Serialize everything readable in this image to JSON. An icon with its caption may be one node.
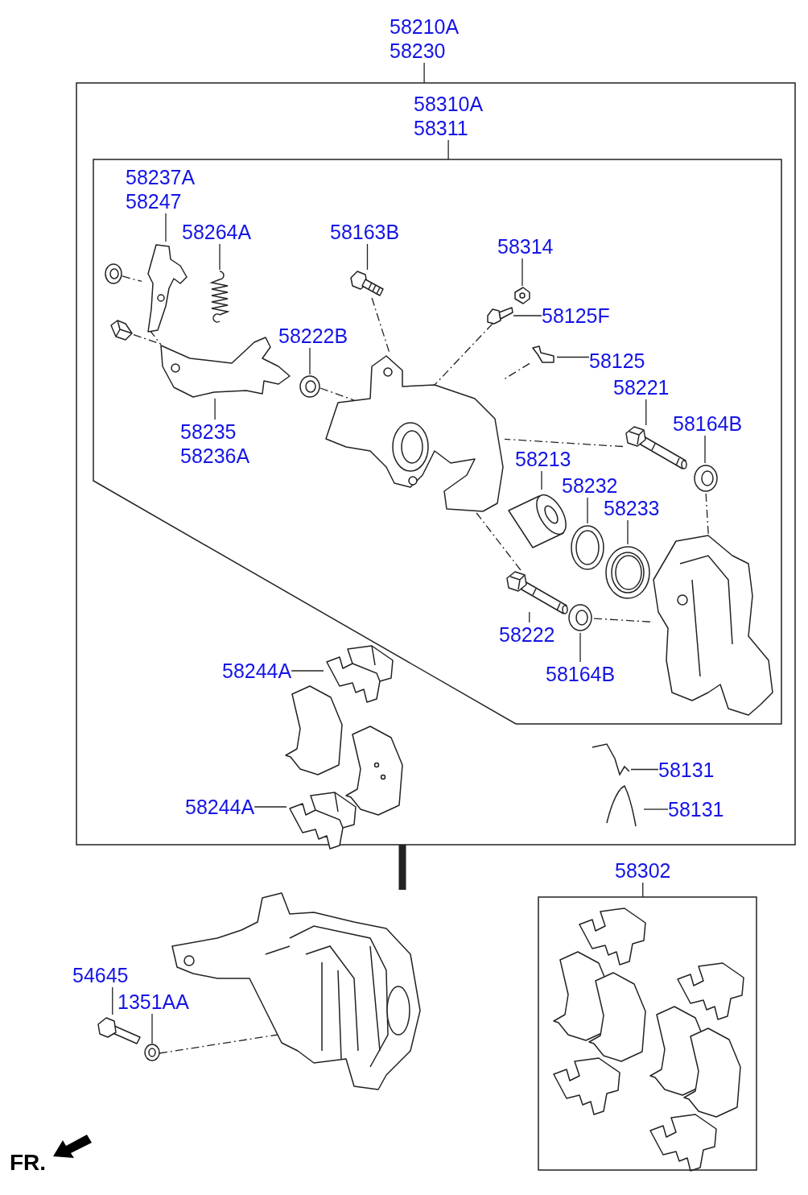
{
  "diagram": {
    "nodes": [
      {
        "text": [
          "58210A",
          "58230"
        ]
      },
      {
        "text": [],
        "shape": "box"
      },
      {
        "text": [
          "58310A",
          "58311"
        ],
        "in": 1
      },
      {
        "text": [],
        "shape": "box",
        "in": 1
      },
      {
        "text": [
          "58237A",
          "58247"
        ],
        "in": 3
      },
      {
        "text": [],
        "shape": "picture",
        "in": 3
      },
      {
        "text": [
          "58264A"
        ],
        "in": 3
      },
      {
        "text": [],
        "shape": "picture",
        "in": 3
      },
      {
        "text": [
          "58163B"
        ],
        "in": 3
      },
      {
        "text": [],
        "shape": "picture",
        "in": 3
      },
      {
        "text": [
          "58314"
        ],
        "in": 3
      },
      {
        "text": [],
        "shape": "picture",
        "in": 3
      },
      {
        "text": [
          "58125F"
        ],
        "in": 3
      },
      {
        "text": [],
        "shape": "picture",
        "in": 3
      },
      {
        "text": [
          "58125"
        ],
        "in": 3
      },
      {
        "text": [],
        "shape": "picture",
        "in": 3
      },
      {
        "text": [
          "58222B"
        ],
        "in": 3
      },
      {
        "text": [],
        "shape": "picture",
        "in": 3
      },
      {
        "text": [
          "58221"
        ],
        "in": 3
      },
      {
        "text": [],
        "shape": "picture",
        "in": 3
      },
      {
        "text": [
          "58164B"
        ],
        "in": 3
      },
      {
        "text": [],
        "shape": "picture",
        "in": 3
      },
      {
        "text": [
          "58235",
          "58236A"
        ],
        "in": 3
      },
      {
        "text": [],
        "shape": "picture",
        "in": 3
      },
      {
        "text": [
          "58213"
        ],
        "in": 3
      },
      {
        "text": [],
        "shape": "picture",
        "in": 3
      },
      {
        "text": [
          "58232"
        ],
        "in": 3
      },
      {
        "text": [],
        "shape": "picture",
        "in": 3
      },
      {
        "text": [
          "58233"
        ],
        "in": 3
      },
      {
        "text": [],
        "shape": "picture",
        "in": 3
      },
      {
        "text": [
          "58222"
        ],
        "in": 3
      },
      {
        "text": [],
        "shape": "picture",
        "in": 3
      },
      {
        "text": [
          "58164B"
        ],
        "in": 3
      },
      {
        "text": [],
        "shape": "picture",
        "in": 3
      },
      {
        "text": [
          "58244A"
        ],
        "in": 1
      },
      {
        "text": [],
        "shape": "picture",
        "in": 1
      },
      {
        "text": [
          "58244A"
        ],
        "in": 1
      },
      {
        "text": [],
        "shape": "picture",
        "in": 1
      },
      {
        "text": [
          "58131"
        ],
        "in": 1
      },
      {
        "text": [],
        "shape": "picture",
        "in": 1
      },
      {
        "text": [
          "58131"
        ],
        "in": 1
      },
      {
        "text": [],
        "shape": "picture",
        "in": 1
      },
      {
        "text": [],
        "shape": "picture"
      },
      {
        "text": [
          "54645"
        ]
      },
      {
        "text": [],
        "shape": "picture"
      },
      {
        "text": [
          "1351AA"
        ]
      },
      {
        "text": [],
        "shape": "picture"
      },
      {
        "text": [
          "58302"
        ]
      },
      {
        "text": [],
        "shape": "box"
      },
      {
        "text": [],
        "shape": "picture",
        "in": 3
      },
      {
        "text": [],
        "shape": "picture",
        "in": 3
      },
      {
        "text": [],
        "shape": "picture",
        "in": 3
      },
      {
        "text": [],
        "shape": "picture",
        "in": 3
      }
    ],
    "edges": [
      {
        "from": 0,
        "to": 1,
        "arrow": "none"
      },
      {
        "from": 2,
        "to": 3,
        "arrow": "none"
      },
      {
        "from": 4,
        "to": 5,
        "arrow": "none"
      },
      {
        "from": 6,
        "to": 7,
        "arrow": "none"
      },
      {
        "from": 8,
        "to": 9,
        "arrow": "none"
      },
      {
        "from": 10,
        "to": 11,
        "arrow": "none"
      },
      {
        "from": 12,
        "to": 13,
        "arrow": "none"
      },
      {
        "from": 14,
        "to": 15,
        "arrow": "none"
      },
      {
        "from": 16,
        "to": 17,
        "arrow": "none"
      },
      {
        "from": 18,
        "to": 19,
        "arrow": "none"
      },
      {
        "from": 20,
        "to": 21,
        "arrow": "none"
      },
      {
        "from": 22,
        "to": 23,
        "arrow": "none"
      },
      {
        "from": 24,
        "to": 25,
        "arrow": "none"
      },
      {
        "from": 26,
        "to": 27,
        "arrow": "none"
      },
      {
        "from": 28,
        "to": 29,
        "arrow": "none"
      },
      {
        "from": 30,
        "to": 31,
        "arrow": "none"
      },
      {
        "from": 32,
        "to": 33,
        "arrow": "none"
      },
      {
        "from": 34,
        "to": 35,
        "arrow": "none"
      },
      {
        "from": 36,
        "to": 37,
        "arrow": "none"
      },
      {
        "from": 38,
        "to": 39,
        "arrow": "none"
      },
      {
        "from": 40,
        "to": 41,
        "arrow": "none"
      },
      {
        "from": 1,
        "to": 42,
        "arrow": "none",
        "style": "thick"
      },
      {
        "from": 43,
        "to": 44,
        "arrow": "none"
      },
      {
        "from": 45,
        "to": 46,
        "arrow": "none"
      },
      {
        "from": 47,
        "to": 48,
        "arrow": "none"
      },
      {
        "from": 51,
        "to": 5,
        "arrow": "none",
        "style": "dashed"
      },
      {
        "from": 52,
        "to": 23,
        "arrow": "none",
        "style": "dashed"
      },
      {
        "from": 5,
        "to": 23,
        "arrow": "none",
        "style": "dashed"
      },
      {
        "from": 9,
        "to": 49,
        "arrow": "none",
        "style": "dashed"
      },
      {
        "from": 13,
        "to": 49,
        "arrow": "none",
        "style": "dashed"
      },
      {
        "from": 15,
        "to": 49,
        "arrow": "none",
        "style": "dashed"
      },
      {
        "from": 17,
        "to": 49,
        "arrow": "none",
        "style": "dashed"
      },
      {
        "from": 19,
        "to": 49,
        "arrow": "none",
        "style": "dashed"
      },
      {
        "from": 21,
        "to": 50,
        "arrow": "none",
        "style": "dashed"
      },
      {
        "from": 31,
        "to": 49,
        "arrow": "none",
        "style": "dashed"
      },
      {
        "from": 33,
        "to": 50,
        "arrow": "none",
        "style": "dashed"
      },
      {
        "from": 46,
        "to": 42,
        "arrow": "none",
        "style": "dashed"
      }
    ],
    "labels": [
      "FR."
    ]
  }
}
